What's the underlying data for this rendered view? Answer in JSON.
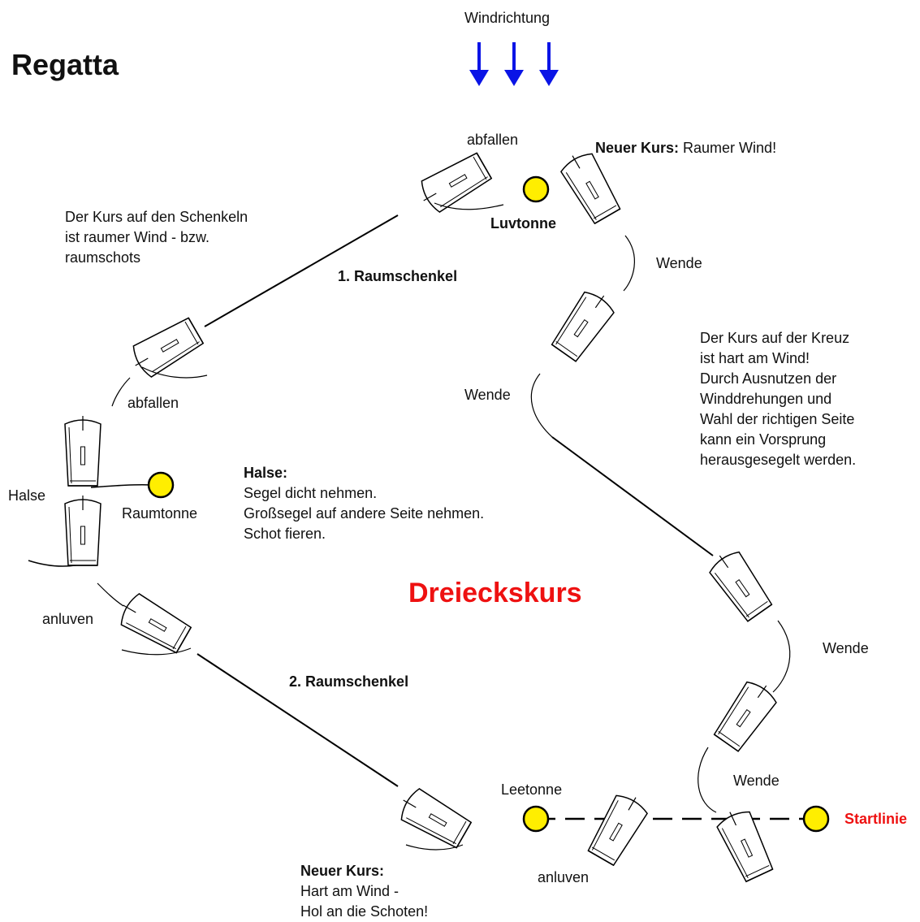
{
  "title": "Regatta",
  "course_title": "Dreieckskurs",
  "wind_label": "Windrichtung",
  "labels": {
    "abfallen_top": "abfallen",
    "abfallen_left": "abfallen",
    "luvtonne": "Luvtonne",
    "raumtonne": "Raumtonne",
    "leetonne": "Leetonne",
    "startlinie": "Startlinie",
    "halse": "Halse",
    "anluven_left": "anluven",
    "anluven_bottom": "anluven",
    "wende_1": "Wende",
    "wende_2": "Wende",
    "wende_3": "Wende",
    "wende_4": "Wende",
    "raumschenkel_1": "1. Raumschenkel",
    "raumschenkel_2": "2. Raumschenkel"
  },
  "new_course_top": {
    "bold": "Neuer Kurs:",
    "rest": " Raumer Wind!"
  },
  "note_schenkel": [
    "Der Kurs auf den Schenkeln",
    "ist raumer Wind - bzw.",
    "raumschots"
  ],
  "note_kreuz": [
    "Der Kurs auf der Kreuz",
    "ist hart am Wind!",
    "Durch Ausnutzen der",
    "Winddrehungen und",
    "Wahl der richtigen Seite",
    "kann ein Vorsprung",
    "herausgesegelt werden."
  ],
  "note_halse": {
    "heading": "Halse:",
    "lines": [
      "Segel dicht nehmen.",
      "Großsegel auf andere Seite nehmen.",
      "Schot fieren."
    ]
  },
  "note_new_course_bottom": {
    "heading": "Neuer Kurs:",
    "lines": [
      "Hart am Wind -",
      "Hol an die Schoten!"
    ]
  },
  "colors": {
    "wind_arrow": "#0a14e6",
    "buoy": "#ffee00",
    "course_title": "#ee1111",
    "startlinie": "#ee1111",
    "line": "#000000"
  },
  "icons": {
    "wind": "arrow-down-icon",
    "boat": "sailboat-icon",
    "buoy": "buoy-icon"
  }
}
